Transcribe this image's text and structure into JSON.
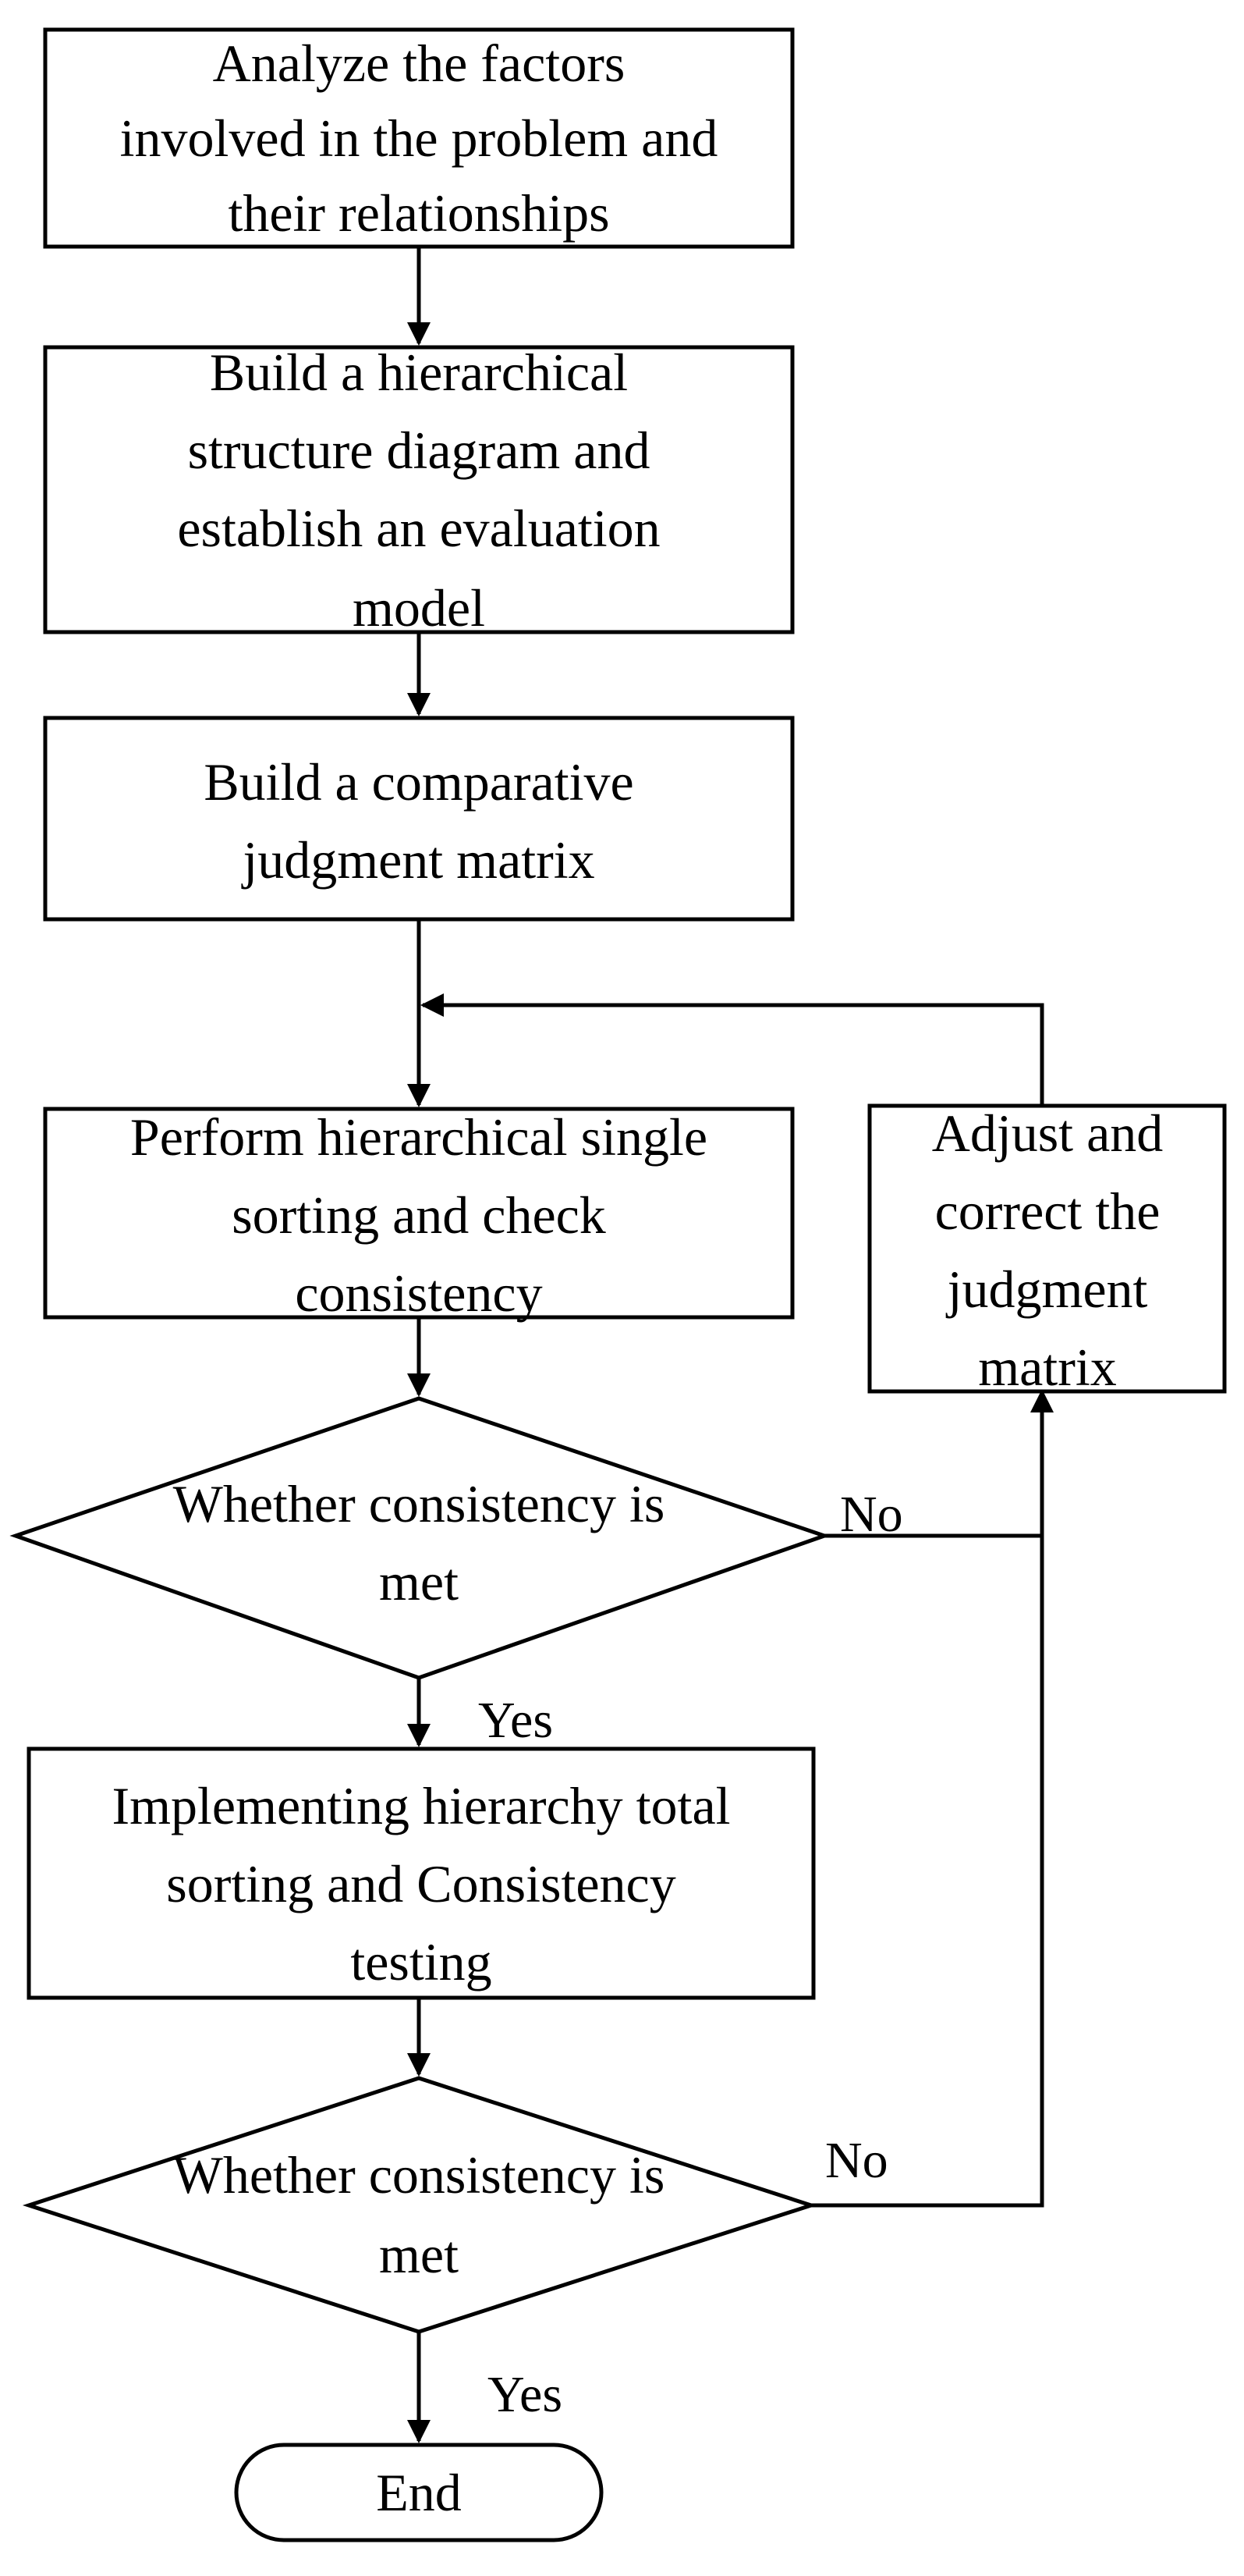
{
  "nodes": {
    "analyze": {
      "lines": [
        "Analyze the factors",
        "involved in the problem and",
        "their relationships"
      ]
    },
    "build_hierarchy": {
      "lines": [
        "Build a hierarchical",
        "structure diagram and",
        "establish an evaluation",
        "model"
      ]
    },
    "build_matrix": {
      "lines": [
        "Build a comparative",
        "judgment matrix"
      ]
    },
    "single_sorting": {
      "lines": [
        "Perform hierarchical single",
        "sorting and check",
        "consistency"
      ]
    },
    "adjust_matrix": {
      "lines": [
        "Adjust and",
        "correct the",
        "judgment",
        "matrix"
      ]
    },
    "decision_1": {
      "lines": [
        "Whether consistency is",
        "met"
      ]
    },
    "total_sorting": {
      "lines": [
        "Implementing hierarchy total",
        "sorting and Consistency",
        "testing"
      ]
    },
    "decision_2": {
      "lines": [
        "Whether consistency is",
        "met"
      ]
    },
    "end": {
      "lines": [
        "End"
      ]
    }
  },
  "edge_labels": {
    "decision_1_no": "No",
    "decision_1_yes": "Yes",
    "decision_2_no": "No",
    "decision_2_yes": "Yes"
  }
}
